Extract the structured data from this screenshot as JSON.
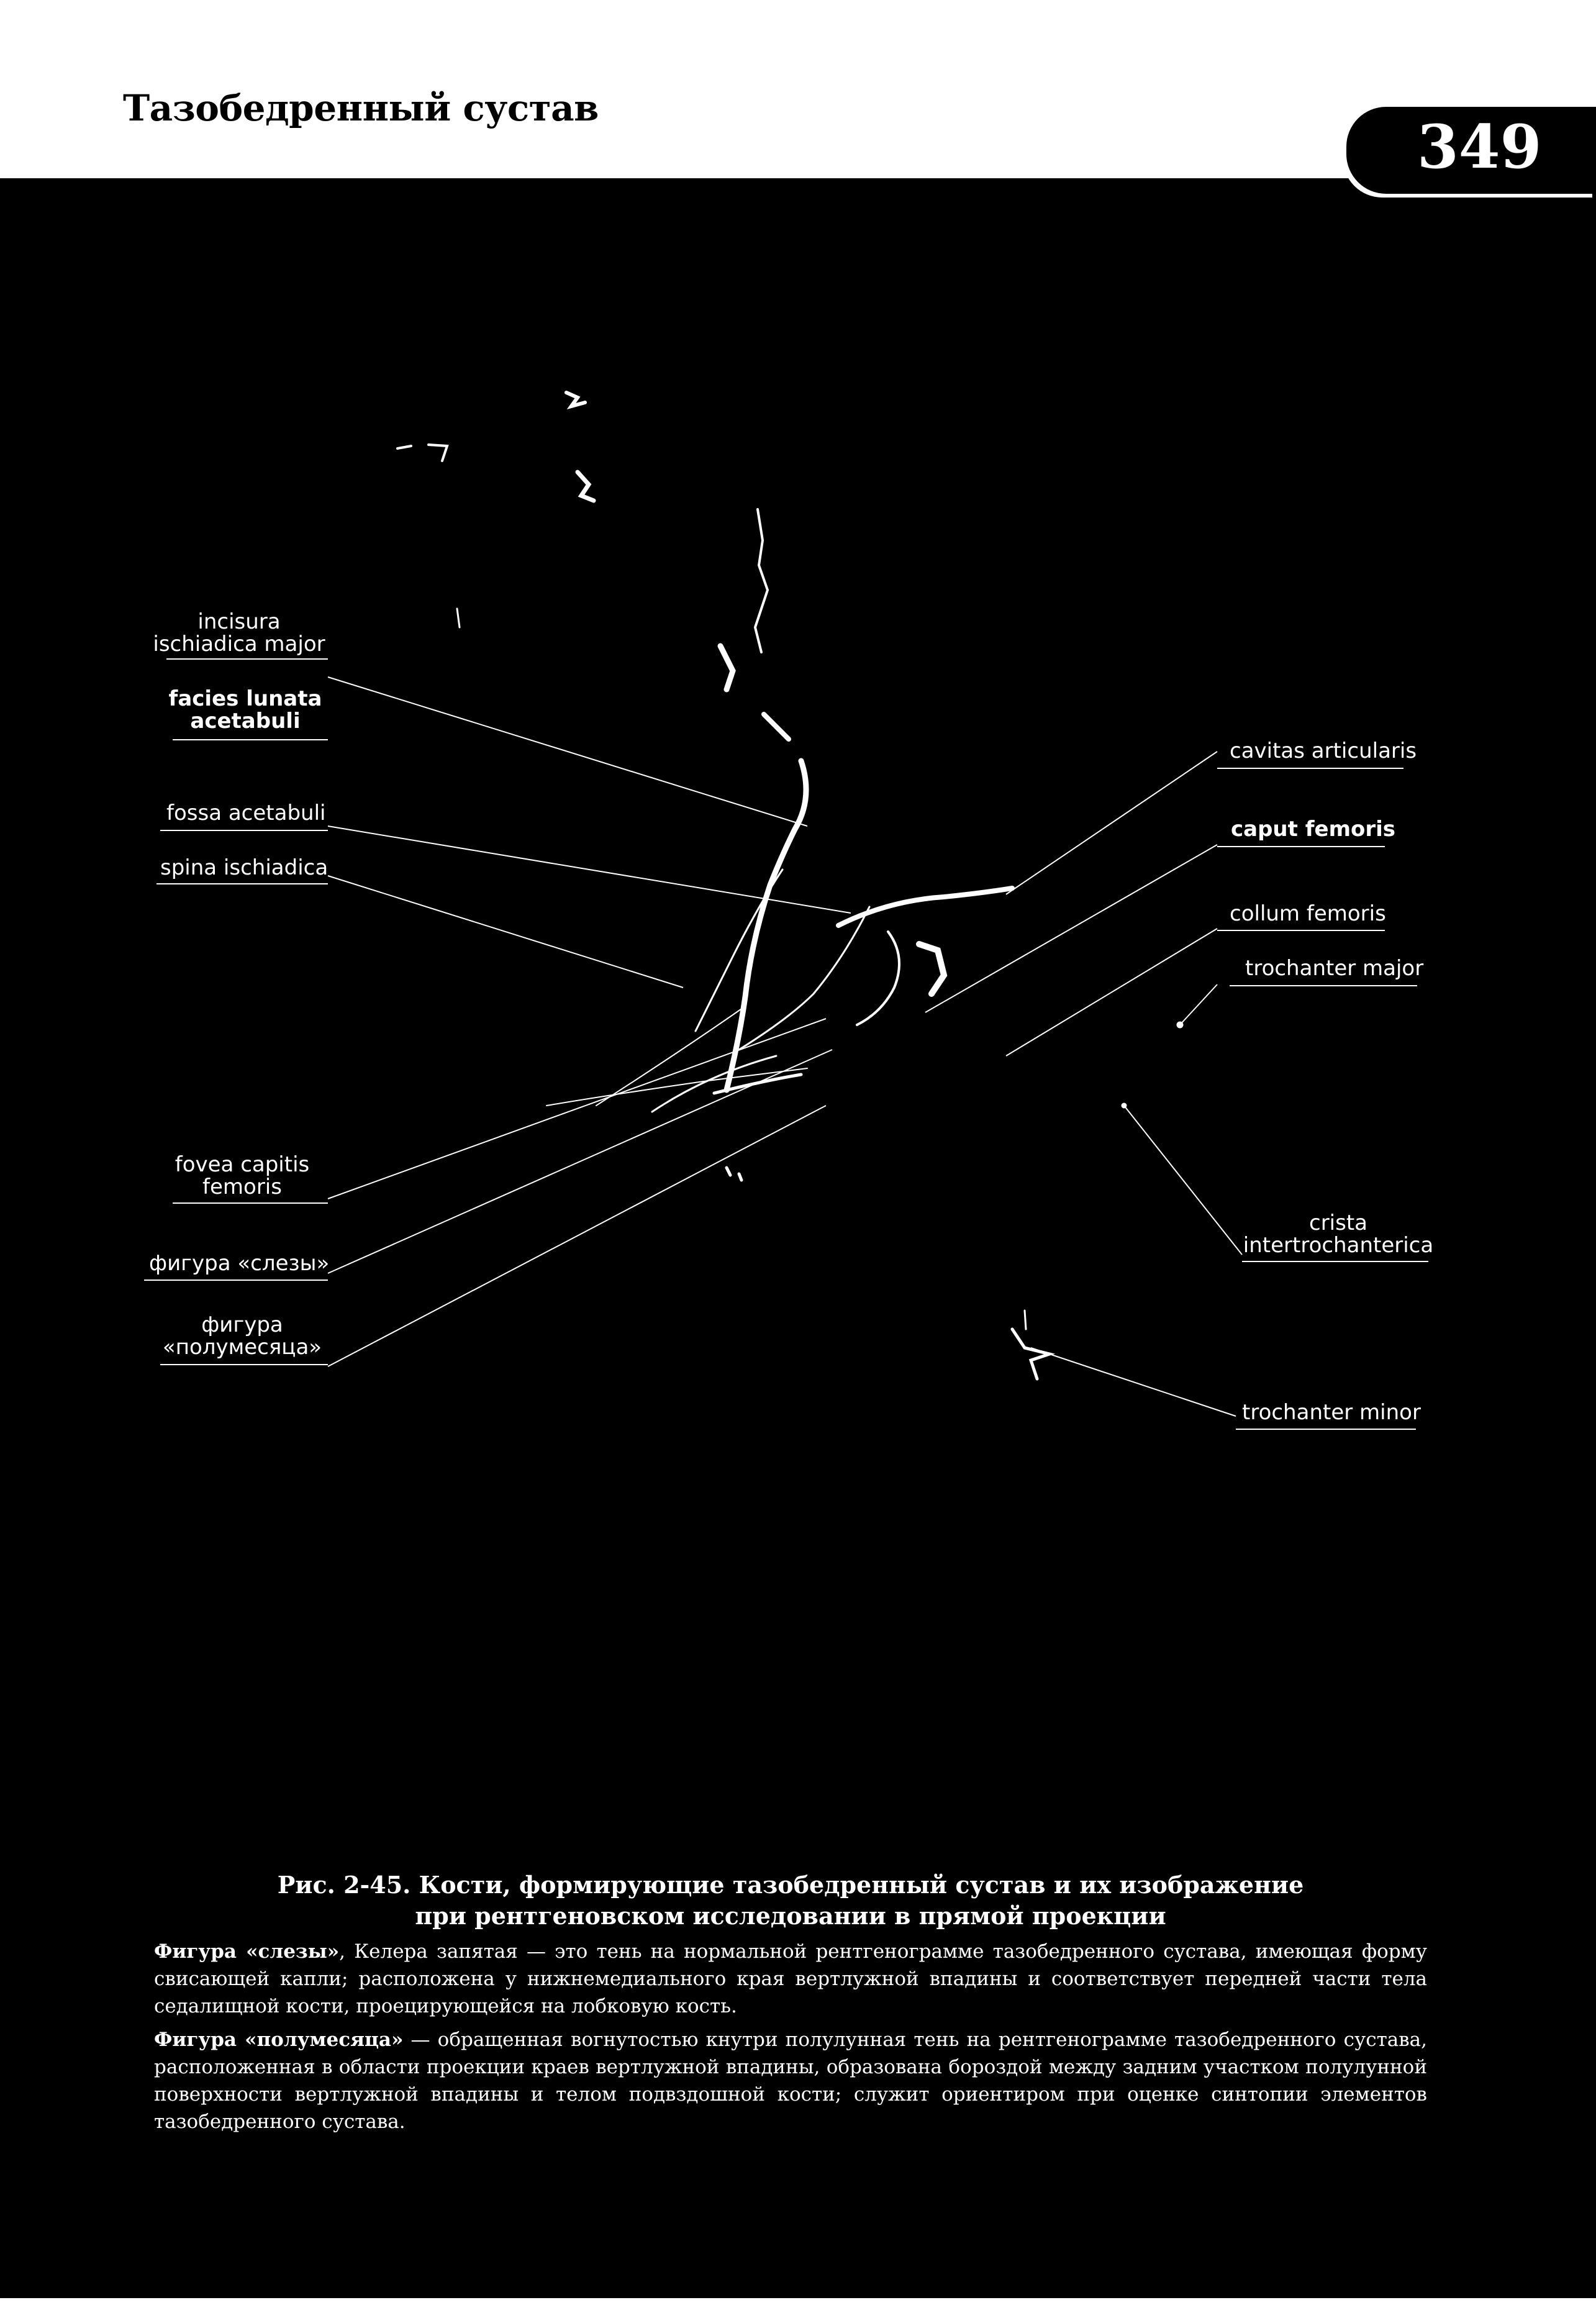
{
  "header": {
    "title": "Тазобедренный сустав",
    "page_number": "349"
  },
  "labels": {
    "incisura": "incisura",
    "ischiadica_major": "ischiadica major",
    "facies_lunata": "facies lunata",
    "acetabuli": "acetabuli",
    "fossa_acetabuli": "fossa acetabuli",
    "spina_ischiadica": "spina ischiadica",
    "fovea_capitis": "fovea capitis",
    "femoris": "femoris",
    "figura_slezy": "фигура «слезы»",
    "figura": "фигура",
    "polumesyaca": "«полумесяца»",
    "cavitas_articularis": "cavitas articularis",
    "caput_femoris": "caput femoris",
    "collum_femoris": "collum femoris",
    "trochanter_major": "trochanter major",
    "crista": "crista",
    "intertrochanterica": "intertrochanterica",
    "trochanter_minor": "trochanter minor"
  },
  "caption": {
    "title_line1": "Рис. 2-45. Кости, формирующие тазобедренный сустав и их изображение",
    "title_line2": "при рентгеновском исследовании в прямой проекции",
    "p1_term": "Фигура «слезы»",
    "p1_text": ", Келера запятая — это тень на нормальной рентгенограмме тазобедренного сустава, имеющая форму свисающей капли; расположена у нижнемедиального края вертлужной впадины и соответствует передней части тела седалищной кости, проецирующейся на лобковую кость.",
    "p2_term": "Фигура «полумесяца»",
    "p2_text": " — обращенная вогнутостью кнутри полулунная тень на рентгенограмме тазобедренного сустава, расположенная в области проекции краев вертлужной впадины, образована бороздой между задним участком полулунной поверхности вертлужной впадины и телом подвздошной кости; служит ориентиром при оценке синтопии элементов тазобедренного сустава."
  }
}
